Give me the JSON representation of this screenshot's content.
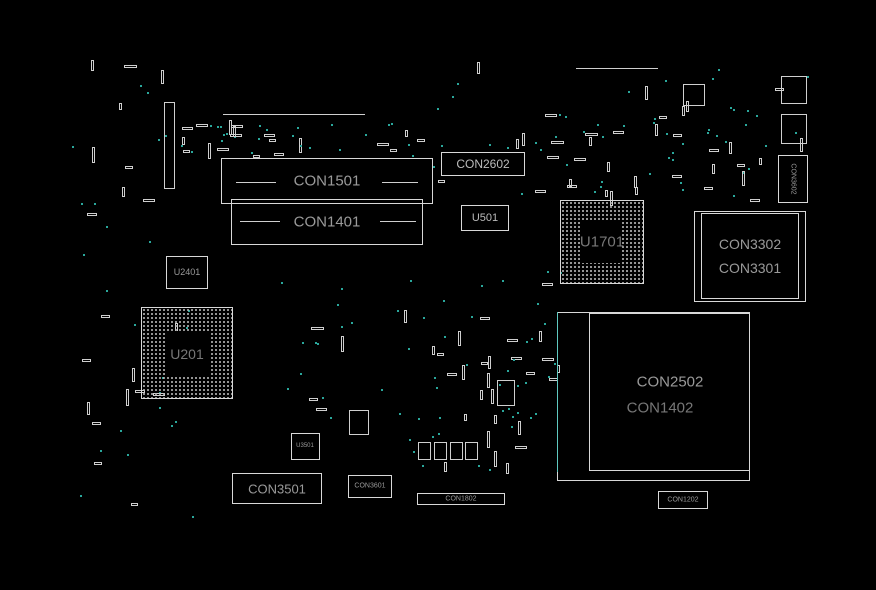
{
  "board": {
    "labels": {
      "con1501": "CON1501",
      "con1401": "CON1401",
      "con2602": "CON2602",
      "u501": "U501",
      "u1701": "U1701",
      "con3302": "CON3302",
      "con3301": "CON3301",
      "u2401": "U2401",
      "u201": "U201",
      "con2502": "CON2502",
      "con1402": "CON1402",
      "u3501": "U3501",
      "con3501": "CON3501",
      "con3601": "CON3601",
      "con1802": "CON1802",
      "con1202": "CON1202",
      "con3602": "CON3602"
    },
    "colors": {
      "background": "#000000",
      "outline": "#d8d8d8",
      "label": "#9a9a9a",
      "via": "#2aa79b"
    }
  }
}
